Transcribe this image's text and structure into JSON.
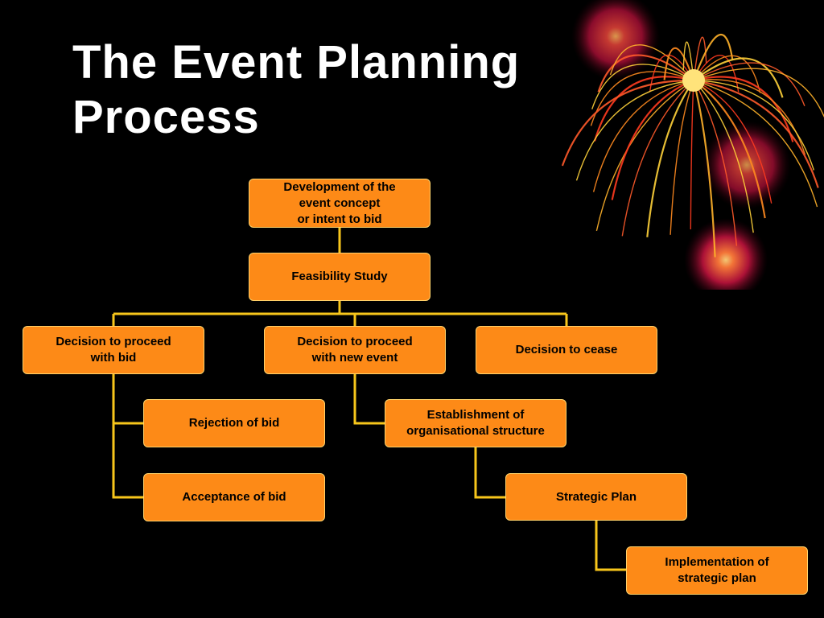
{
  "title": {
    "line1": "The Event Planning",
    "line2": "Process"
  },
  "colors": {
    "box_fill": "#fd8a17",
    "connector": "#f7c61b",
    "background": "#000000",
    "title": "#ffffff"
  },
  "nodes": {
    "development": "Development of the\nevent concept\nor intent to bid",
    "feasibility": "Feasibility Study",
    "proceed_bid": "Decision to proceed\nwith bid",
    "proceed_event": "Decision to proceed\nwith new event",
    "cease": "Decision to cease",
    "rejection": "Rejection of bid",
    "acceptance": "Acceptance of bid",
    "establishment": "Establishment of\norganisational structure",
    "strategic_plan": "Strategic Plan",
    "implementation": "Implementation of\nstrategic plan"
  }
}
